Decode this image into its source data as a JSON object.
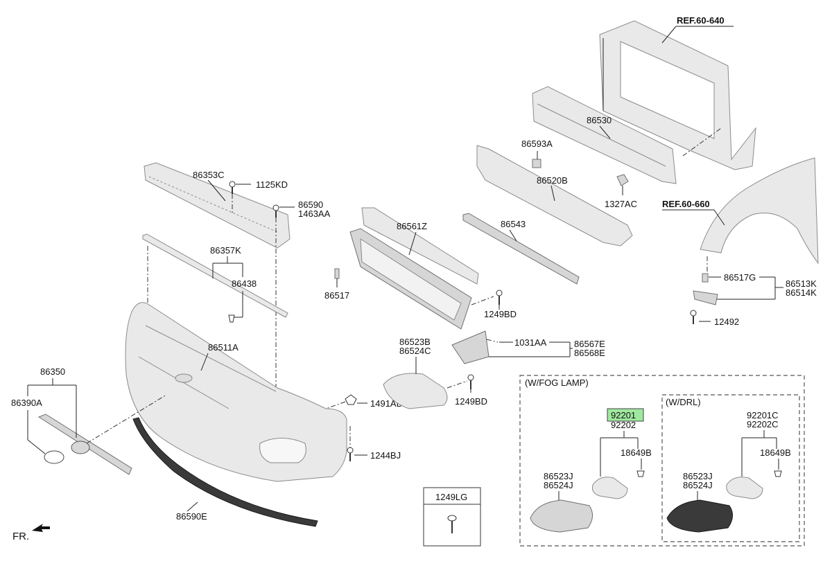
{
  "labels": {
    "p86353C": "86353C",
    "p1125KD": "1125KD",
    "p86590": "86590",
    "p1463AA": "1463AA",
    "p86357K": "86357K",
    "p86438": "86438",
    "p86511A": "86511A",
    "p86350": "86350",
    "p86390A": "86390A",
    "p86590E": "86590E",
    "p86561Z": "86561Z",
    "p86517": "86517",
    "p1249BD_a": "1249BD",
    "p86523B": "86523B",
    "p86524C": "86524C",
    "p1249BD_b": "1249BD",
    "p1491AD": "1491AD",
    "p1244BJ": "1244BJ",
    "p1031AA": "1031AA",
    "p86567E": "86567E",
    "p86568E": "86568E",
    "p86543": "86543",
    "p86520B": "86520B",
    "p86593A": "86593A",
    "p86530": "86530",
    "p1327AC": "1327AC",
    "ref60640": "REF.60-640",
    "ref60660": "REF.60-660",
    "p86517G": "86517G",
    "p86513K": "86513K",
    "p86514K": "86514K",
    "p12492": "12492",
    "p1249LG": "1249LG",
    "fr": "FR.",
    "fog_title": "(W/FOG LAMP)",
    "drl_title": "(W/DRL)",
    "p92201": "92201",
    "p92202": "92202",
    "p18649B_a": "18649B",
    "p86523J_a": "86523J",
    "p86524J_a": "86524J",
    "p92201C": "92201C",
    "p92202C": "92202C",
    "p18649B_b": "18649B",
    "p86523J_b": "86523J",
    "p86524J_b": "86524J"
  },
  "colors": {
    "highlight": "#9fe89f",
    "part_fill": "#e9e9e9",
    "dark_part": "#3a3a3a"
  }
}
